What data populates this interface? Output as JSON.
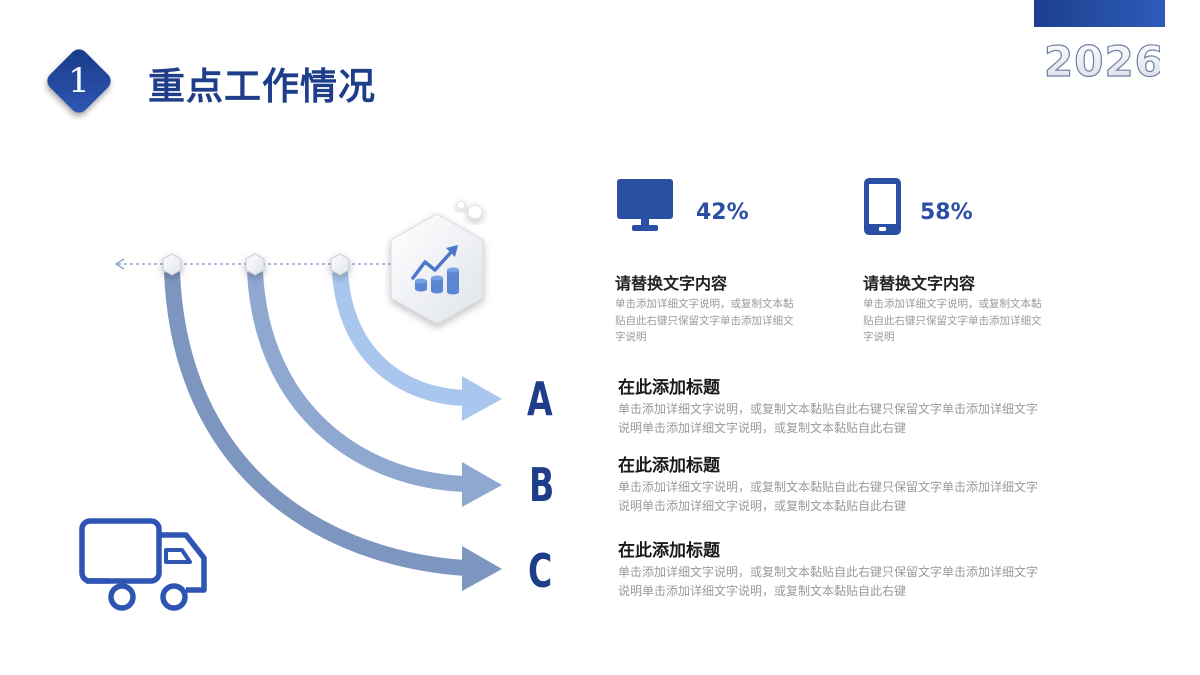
{
  "header": {
    "badge_number": "1",
    "title": "重点工作情况",
    "year": "2026"
  },
  "colors": {
    "primary": "#1e3e8a",
    "accent": "#2b4fa3",
    "arrow_light": "#a8c6ee",
    "arrow_mid": "#8ea8d0",
    "arrow_dark": "#7d96c0",
    "muted_text": "#9a9a9a"
  },
  "stats": [
    {
      "icon": "monitor-icon",
      "value": "42%",
      "title": "请替换文字内容",
      "description": "单击添加详细文字说明，或复制文本黏贴自此右键只保留文字单击添加详细文字说明"
    },
    {
      "icon": "tablet-icon",
      "value": "58%",
      "title": "请替换文字内容",
      "description": "单击添加详细文字说明，或复制文本黏贴自此右键只保留文字单击添加详细文字说明"
    }
  ],
  "items": [
    {
      "letter": "A",
      "title": "在此添加标题",
      "description": "单击添加详细文字说明，或复制文本黏贴自此右键只保留文字单击添加详细文字说明单击添加详细文字说明，或复制文本黏贴自此右键"
    },
    {
      "letter": "B",
      "title": "在此添加标题",
      "description": "单击添加详细文字说明，或复制文本黏贴自此右键只保留文字单击添加详细文字说明单击添加详细文字说明，或复制文本黏贴自此右键"
    },
    {
      "letter": "C",
      "title": "在此添加标题",
      "description": "单击添加详细文字说明，或复制文本黏贴自此右键只保留文字单击添加详细文字说明单击添加详细文字说明，或复制文本黏贴自此右键"
    }
  ],
  "icons": {
    "hub": "growth-chart-icon",
    "vehicle": "truck-icon"
  }
}
